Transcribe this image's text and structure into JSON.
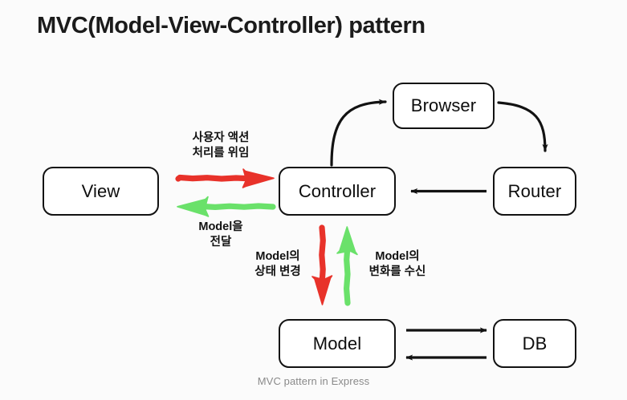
{
  "page": {
    "title": "MVC(Model-View-Controller) pattern",
    "caption": "MVC pattern in Express",
    "background_color": "#fbfbfb"
  },
  "colors": {
    "stroke": "#121212",
    "node_fill": "#ffffff",
    "text": "#0d0d0d",
    "red_arrow": "#e8322a",
    "green_arrow": "#6ae16a",
    "caption_text": "#8a8a8a"
  },
  "nodes": [
    {
      "id": "view",
      "label": "View"
    },
    {
      "id": "controller",
      "label": "Controller"
    },
    {
      "id": "browser",
      "label": "Browser"
    },
    {
      "id": "router",
      "label": "Router"
    },
    {
      "id": "model",
      "label": "Model"
    },
    {
      "id": "db",
      "label": "DB"
    }
  ],
  "edges": [
    {
      "id": "view-to-controller",
      "from": "View",
      "to": "Controller",
      "color": "#e8322a",
      "style": "hand-drawn",
      "label": "사용자 액션\n처리를 위임"
    },
    {
      "id": "controller-to-view",
      "from": "Controller",
      "to": "View",
      "color": "#6ae16a",
      "style": "hand-drawn",
      "label": "Model을\n전달"
    },
    {
      "id": "controller-to-model",
      "from": "Controller",
      "to": "Model",
      "color": "#e8322a",
      "style": "hand-drawn",
      "label": "Model의\n상태 변경"
    },
    {
      "id": "model-to-controller",
      "from": "Model",
      "to": "Controller",
      "color": "#6ae16a",
      "style": "hand-drawn",
      "label": "Model의\n변화를 수신"
    },
    {
      "id": "controller-to-browser",
      "from": "Controller",
      "to": "Browser",
      "color": "#121212",
      "style": "curved",
      "label": ""
    },
    {
      "id": "browser-to-router",
      "from": "Browser",
      "to": "Router",
      "color": "#121212",
      "style": "curved",
      "label": ""
    },
    {
      "id": "router-to-controller",
      "from": "Router",
      "to": "Controller",
      "color": "#121212",
      "style": "straight",
      "label": ""
    },
    {
      "id": "model-to-db",
      "from": "Model",
      "to": "DB",
      "color": "#121212",
      "style": "straight",
      "label": ""
    },
    {
      "id": "db-to-model",
      "from": "DB",
      "to": "Model",
      "color": "#121212",
      "style": "straight",
      "label": ""
    }
  ],
  "labels": {
    "delegate": "사용자 액션\n처리를 위임",
    "model_pass": "Model을\n전달",
    "state_change": "Model의\n상태 변경",
    "state_notify": "Model의\n변화를 수신"
  }
}
